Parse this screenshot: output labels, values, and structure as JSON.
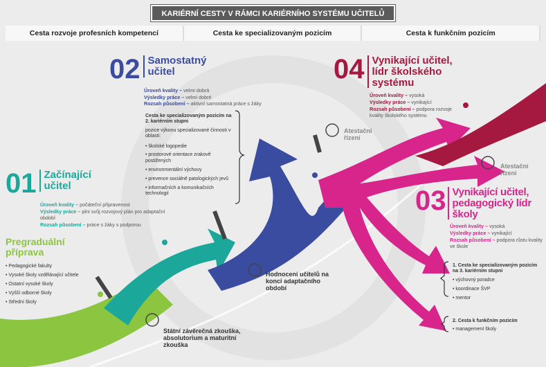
{
  "title": "KARIÉRNÍ CESTY V RÁMCI KARIÉRNÍHO SYSTÉMU UČITELŮ",
  "columns": [
    "Cesta rozvoje profesních kompetencí",
    "Cesta ke specializovaným pozicím",
    "Cesta k funkčním pozicím"
  ],
  "colors": {
    "teal": "#1ba89b",
    "green": "#8cc540",
    "blue": "#3a4c9f",
    "magenta": "#d7258b",
    "darkred": "#a5183f"
  },
  "stage01": {
    "num": "01",
    "title": "Začínající učitel",
    "quality_label": "Úroveň kvality –",
    "quality": "počáteční připravenost",
    "results_label": "Výsledky práce –",
    "results": "plní svůj rozvojový plán pro adaptační období",
    "scope_label": "Rozsah působení –",
    "scope": "práce s žáky s podporou"
  },
  "pregradual": {
    "title": "Pregraduální příprava",
    "items": [
      "Pedagogické fakulty",
      "Vysoké školy vzdělávající učitele",
      "Ostatní vysoké školy",
      "Vyšší odborné školy",
      "Střední školy"
    ]
  },
  "stage02": {
    "num": "02",
    "title": "Samostatný učitel",
    "quality_label": "Úroveň kvality –",
    "quality": "velmi dobrá",
    "results_label": "Výsledky práce –",
    "results": "velmi dobré",
    "scope_label": "Rozsah působení –",
    "scope": "aktivní samostatná práce s žáky",
    "spec_title": "Cesta ke specializovaným pozicím na 2. kariérním stupni",
    "spec_intro": "pozice výkonu specializované činnosti v oblasti:",
    "spec_items": [
      "školské logopedie",
      "prostorové orientace zrakově postižených",
      "environmentální výchovy",
      "prevence sociálně patologických jevů",
      "informačních a komunikačních technologií"
    ]
  },
  "stage03": {
    "num": "03",
    "title": "Vynikající učitel, pedagogický lídr školy",
    "quality_label": "Úroveň kvality –",
    "quality": "vysoká",
    "results_label": "Výsledky práce –",
    "results": "vynikající",
    "scope_label": "Rozsah působení –",
    "scope": "podpora růstu kvality ve škole",
    "path1_title": "1. Cesta ke specializovaným pozicím na 3. kariérním stupni",
    "path1_items": [
      "výchovný poradce",
      "koordinace ŠVP",
      "mentor"
    ],
    "path2_title": "2. Cesta k funkčním pozicím",
    "path2_items": [
      "management školy"
    ]
  },
  "stage04": {
    "num": "04",
    "title": "Vynikající učitel, lídr školského systému",
    "quality_label": "Úroveň kvality –",
    "quality": "vysoká",
    "results_label": "Výsledky práce –",
    "results": "vynikající",
    "scope_label": "Rozsah působení –",
    "scope": "podpora rozvoje kvality školského systému"
  },
  "milestones": {
    "state_exam": "Státní závěrečná zkouška, absolutorium a maturitní zkouška",
    "evaluation": "Hodnocení učitelů na konci adaptačního období",
    "attestation1": "Atestační řízení",
    "attestation2": "Atestační řízení"
  }
}
